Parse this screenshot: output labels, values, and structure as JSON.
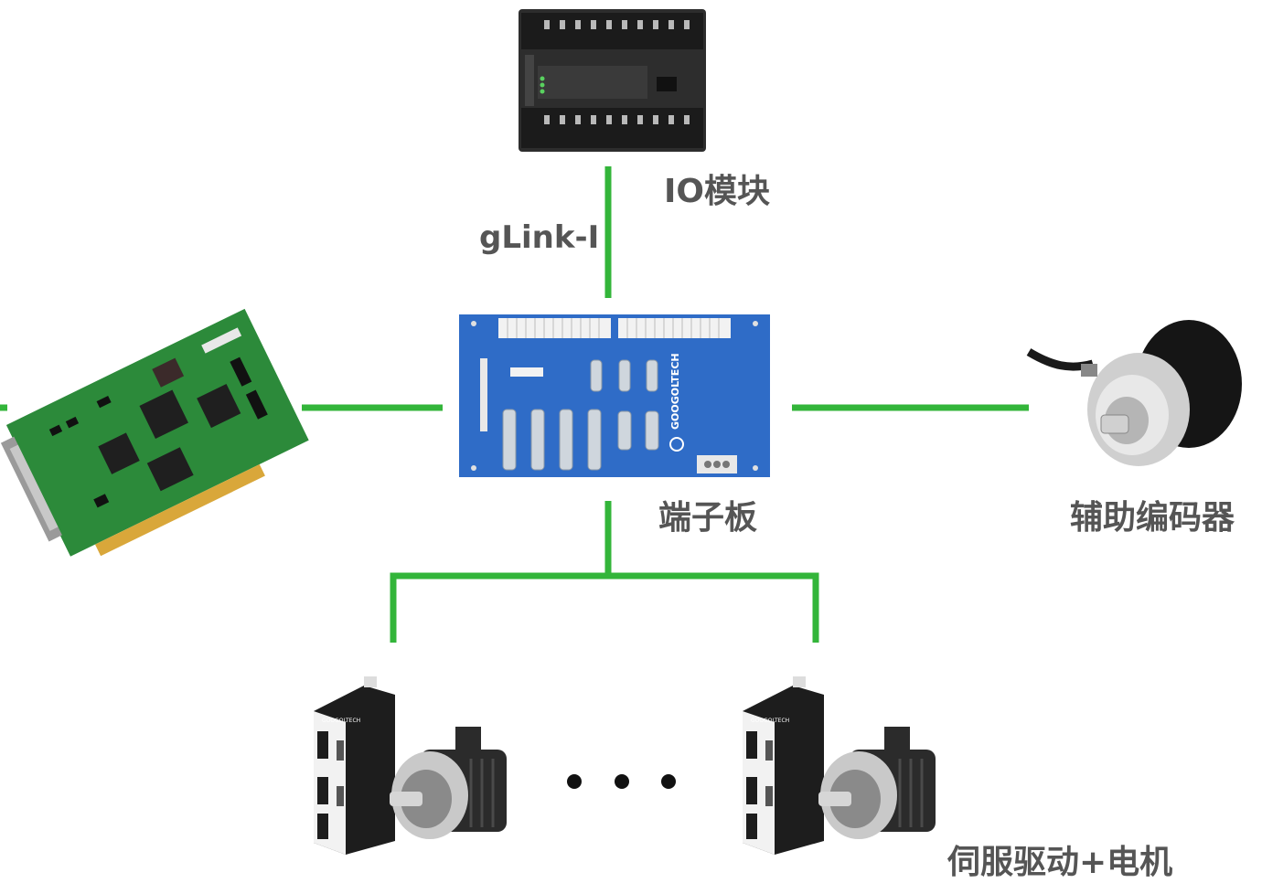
{
  "labels": {
    "io_module": "IO模块",
    "link": "gLink-I",
    "terminal_board": "端子板",
    "aux_encoder": "辅助编码器",
    "servo": "伺服驱动+电机"
  },
  "terminal_board_brand": "GOOGOLTECH",
  "drive_brand": "GOOGOLTECH",
  "colors": {
    "line": "#33b53a",
    "label": "#555555",
    "board_blue": "#2f6cc7",
    "pcb_green": "#2c8a3a"
  },
  "icons": [
    "io-module",
    "terminal-board",
    "motion-control-card",
    "rotary-encoder",
    "servo-drive",
    "servo-motor",
    "ellipsis"
  ]
}
